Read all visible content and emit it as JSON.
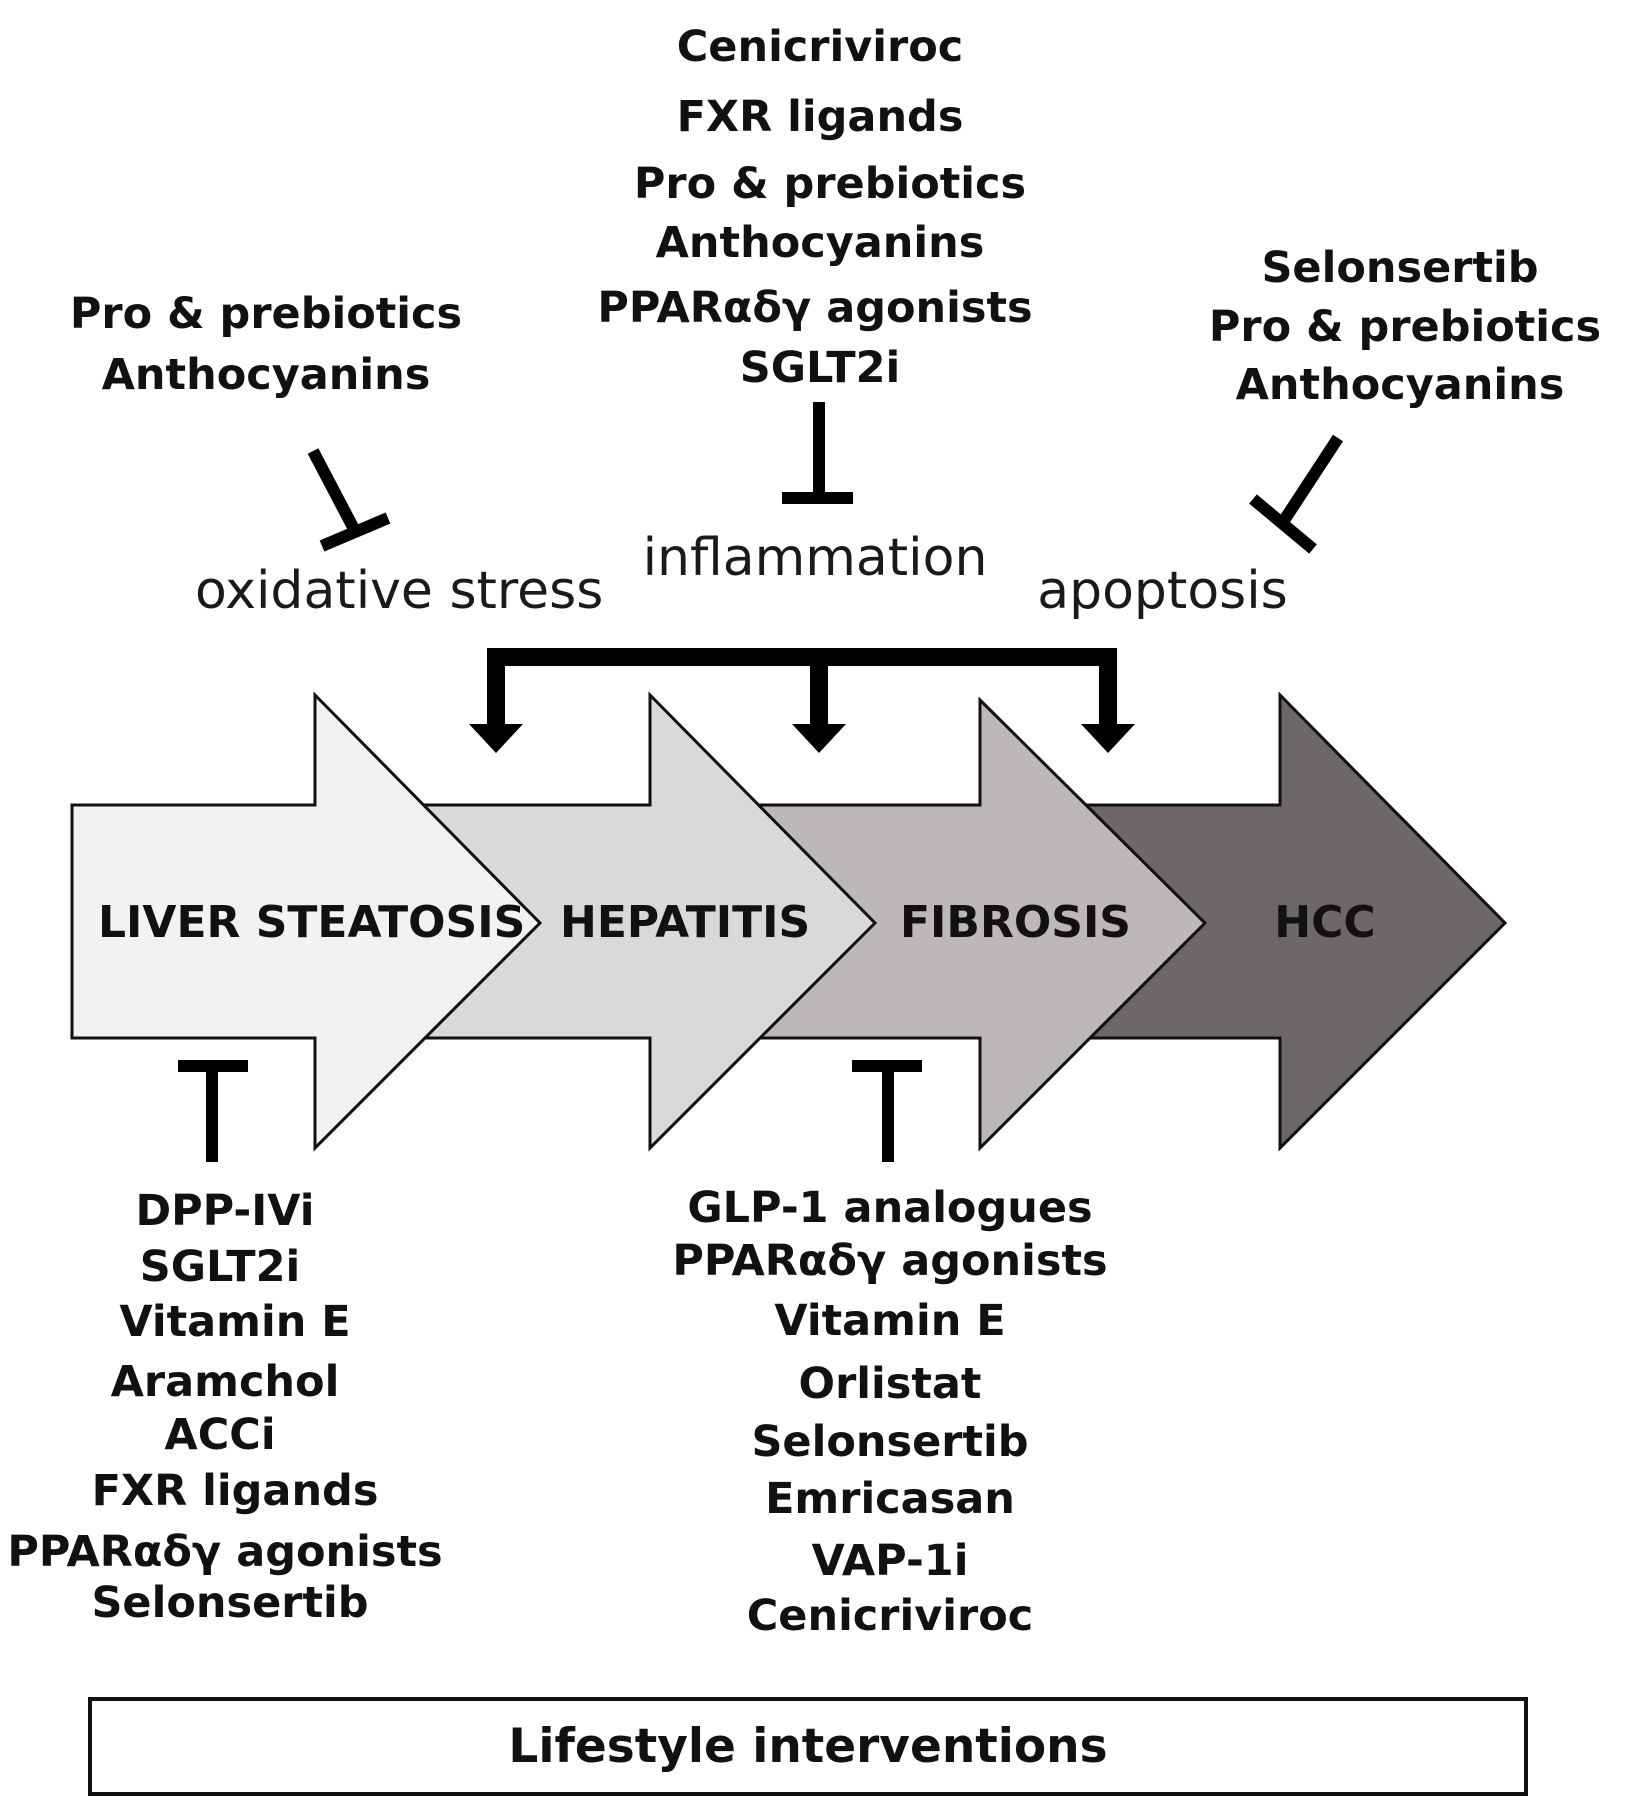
{
  "stages": [
    {
      "label": "LIVER STEATOSIS",
      "color": "#f2f2f2"
    },
    {
      "label": "HEPATITIS",
      "color": "#d9d9d9"
    },
    {
      "label": "FIBROSIS",
      "color": "#bdb7b7"
    },
    {
      "label": "HCC",
      "color": "#6e6767"
    }
  ],
  "processes": {
    "oxidative_stress": "oxidative stress",
    "inflammation": "inflammation",
    "apoptosis": "apoptosis"
  },
  "top_left_drugs": [
    "Pro & prebiotics",
    "Anthocyanins"
  ],
  "top_center_drugs": [
    "Cenicriviroc",
    "FXR ligands",
    "Pro & prebiotics",
    "Anthocyanins",
    "PPARαδγ agonists",
    "SGLT2i"
  ],
  "top_right_drugs": [
    "Selonsertib",
    "Pro & prebiotics",
    "Anthocyanins"
  ],
  "bottom_left_drugs": [
    "DPP-IVi",
    "SGLT2i",
    "Vitamin E",
    "Aramchol",
    "ACCi",
    "FXR ligands",
    "PPARαδγ agonists",
    "Selonsertib"
  ],
  "bottom_right_drugs": [
    "GLP-1 analogues",
    "PPARαδγ agonists",
    "Vitamin E",
    "Orlistat",
    "Selonsertib",
    "Emricasan",
    "VAP-1i",
    "Cenicriviroc"
  ],
  "lifestyle": "Lifestyle interventions"
}
